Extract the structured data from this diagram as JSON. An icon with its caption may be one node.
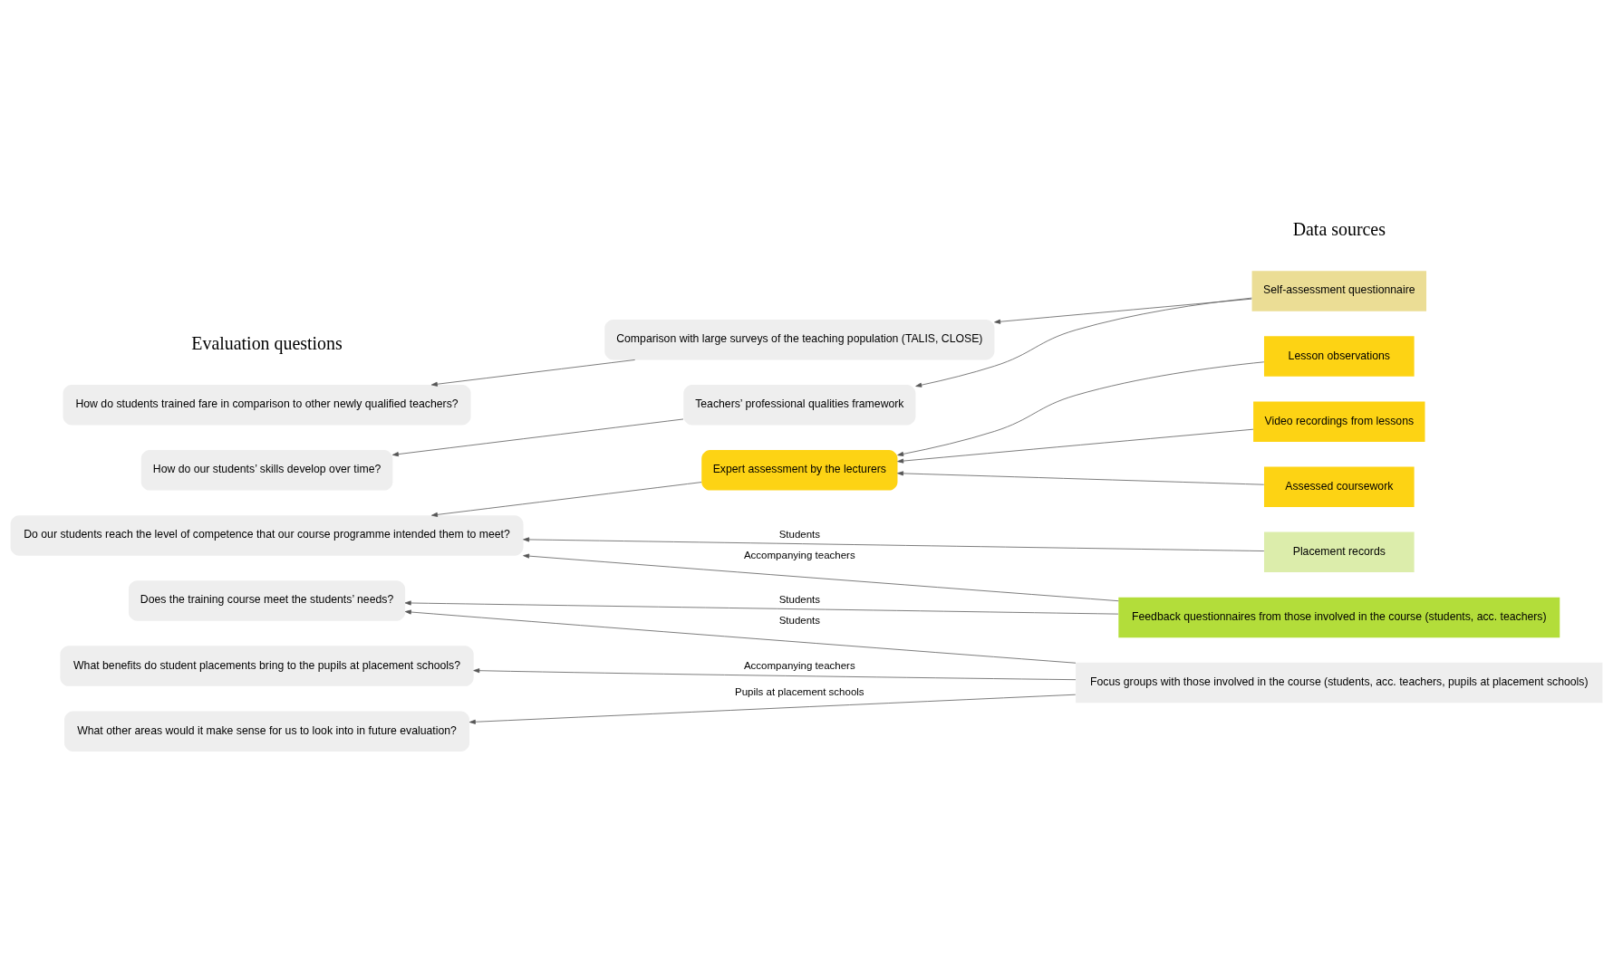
{
  "diagram": {
    "nodes": [
      {
        "text": [
          "How do students trained fare in comparison to other newly qualified teachers?"
        ]
      },
      {
        "text": [
          "How do our students’ skills develop over time?"
        ]
      },
      {
        "text": [
          "Do our students reach the level of competence that our course programme intended them to meet?"
        ]
      },
      {
        "text": [
          "Does the training course meet the students’ needs?"
        ]
      },
      {
        "text": [
          "What benefits do student placements bring to the pupils at placement schools?"
        ]
      },
      {
        "text": [
          "What other areas would it make sense for us to look into in future evaluation?"
        ]
      },
      {
        "text": [
          "Comparison with large surveys of the teaching population (TALIS, CLOSE)"
        ]
      },
      {
        "text": [
          "Teachers’ professional qualities framework"
        ]
      },
      {
        "text": [
          "Expert assessment by the lecturers"
        ]
      },
      {
        "text": [
          "Self-assessment questionnaire"
        ]
      },
      {
        "text": [
          "Lesson observations"
        ]
      },
      {
        "text": [
          "Video recordings from lessons"
        ]
      },
      {
        "text": [
          "Assessed coursework"
        ]
      },
      {
        "text": [
          "Placement records"
        ]
      },
      {
        "text": [
          "Feedback questionnaires from those involved in the course (students, acc. teachers)"
        ]
      },
      {
        "text": [
          "Focus groups with those involved in the course (students, acc. teachers, pupils at placement schools)"
        ]
      }
    ],
    "edges": [
      {
        "from": 6,
        "to": 0,
        "arrow": "to"
      },
      {
        "from": 7,
        "to": 1,
        "arrow": "to"
      },
      {
        "from": 8,
        "to": 2,
        "arrow": "to"
      },
      {
        "from": 9,
        "to": 6,
        "arrow": "to"
      },
      {
        "from": 9,
        "to": 7,
        "arrow": "to"
      },
      {
        "from": 10,
        "to": 8,
        "arrow": "to"
      },
      {
        "from": 11,
        "to": 8,
        "arrow": "to"
      },
      {
        "from": 12,
        "to": 8,
        "arrow": "to"
      },
      {
        "from": 13,
        "to": 2,
        "label": "Students",
        "arrow": "to"
      },
      {
        "from": 14,
        "to": 2,
        "label": "Accompanying teachers",
        "arrow": "to"
      },
      {
        "from": 14,
        "to": 3,
        "label": "Students",
        "arrow": "to"
      },
      {
        "from": 15,
        "to": 3,
        "label": "Students",
        "arrow": "to"
      },
      {
        "from": 15,
        "to": 4,
        "label": "Accompanying teachers",
        "arrow": "to"
      },
      {
        "from": 15,
        "to": 5,
        "label": "Pupils at placement schools",
        "arrow": "to"
      }
    ],
    "labels": [
      "Evaluation questions",
      "Data sources"
    ]
  }
}
